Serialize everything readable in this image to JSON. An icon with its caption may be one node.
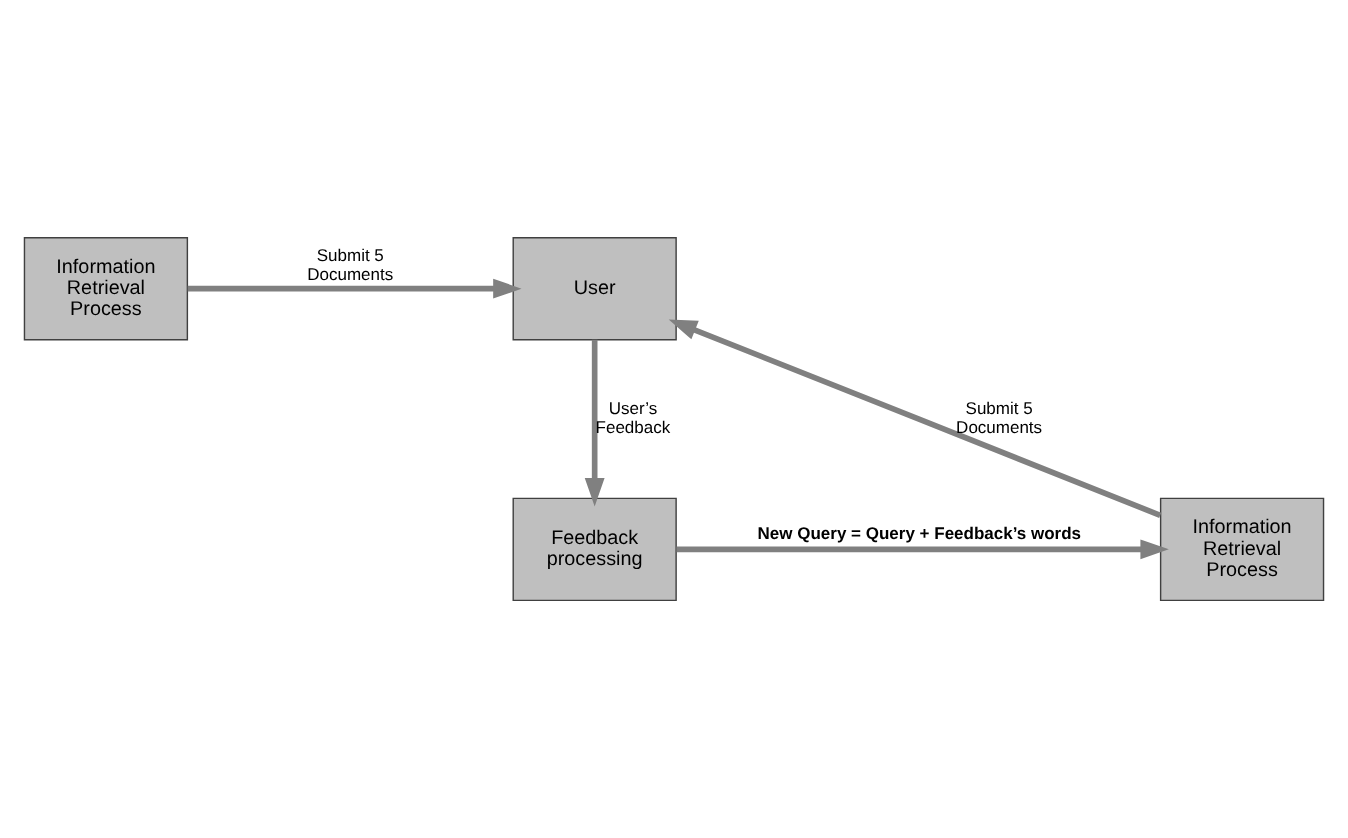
{
  "diagram": {
    "nodes": [
      {
        "text": [
          "Information Retrieval Process"
        ]
      },
      {
        "text": [
          "User"
        ]
      },
      {
        "text": [
          "Feedback processing"
        ]
      },
      {
        "text": [
          "Information Retrieval Process"
        ]
      }
    ],
    "edges": [
      {
        "from": 0,
        "to": 1,
        "arrow": "to",
        "label": "Submit 5 Documents"
      },
      {
        "from": 1,
        "to": 2,
        "arrow": "to",
        "label": "User’s Feedback"
      },
      {
        "from": 3,
        "to": 1,
        "arrow": "to",
        "label": "Submit 5 Documents"
      },
      {
        "from": 2,
        "to": 3,
        "arrow": "to",
        "label": "New Query = Query + Feedback’s words"
      }
    ]
  }
}
